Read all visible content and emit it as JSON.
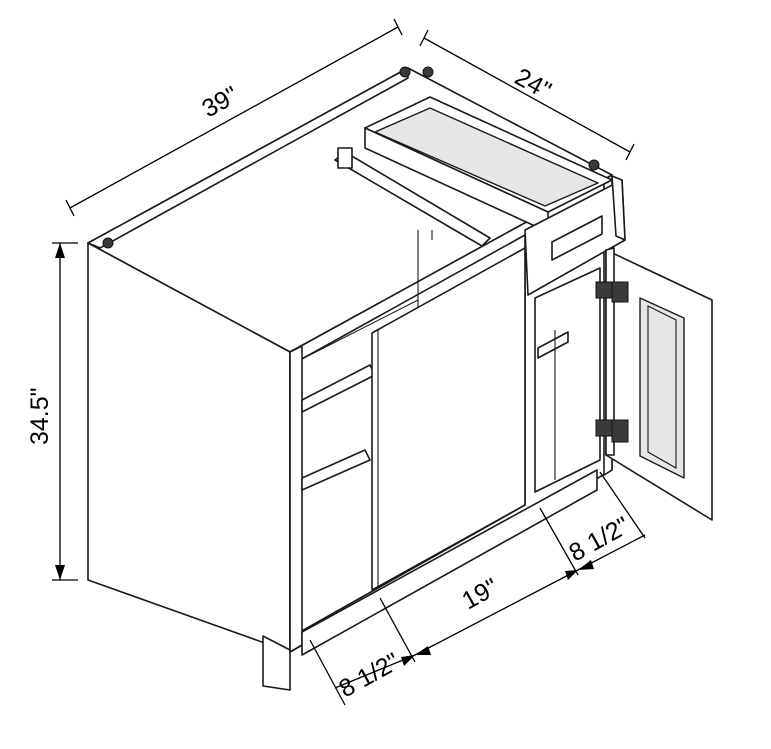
{
  "dimensions": {
    "width": "39\"",
    "depth": "24\"",
    "height": "34.5\"",
    "blind_left": "8 1/2\"",
    "opening": "19\"",
    "blind_right": "8 1/2\""
  },
  "colors": {
    "line": "#1a1a1a",
    "panel": "#ffffff",
    "shade": "#e6e6e6"
  }
}
